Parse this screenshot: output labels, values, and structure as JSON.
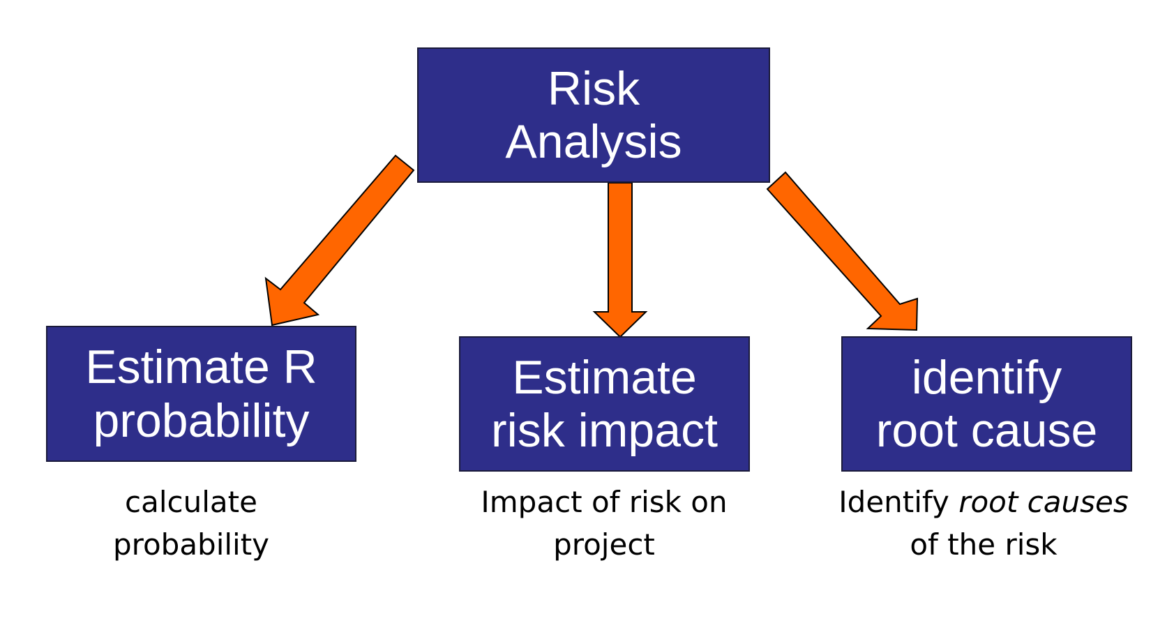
{
  "colors": {
    "box_fill": "#2e2e8a",
    "arrow_fill": "#ff6600",
    "text": "#ffffff"
  },
  "nodes": {
    "root": {
      "line1": "Risk",
      "line2": "Analysis"
    },
    "left": {
      "line1": "Estimate R",
      "line2": "probability"
    },
    "middle": {
      "line1": "Estimate",
      "line2": "risk impact"
    },
    "right": {
      "line1": "identify",
      "line2": "root cause"
    }
  },
  "captions": {
    "left": {
      "line1": "calculate",
      "line2": "probability"
    },
    "middle": {
      "line1": "Impact of risk on",
      "line2": "project"
    },
    "right": {
      "line1_plain": "Identify ",
      "line1_italic": "root causes",
      "line2": "of the risk"
    }
  }
}
